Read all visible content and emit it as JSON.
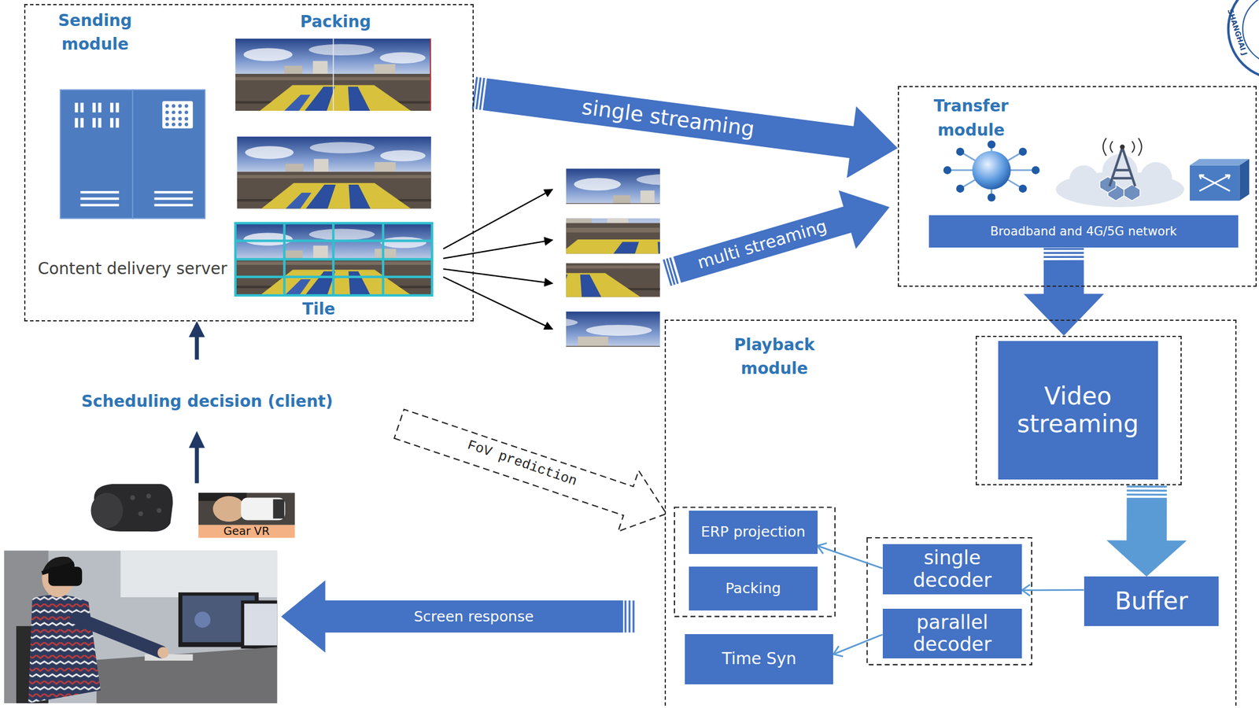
{
  "diagram": {
    "nodes": [
      {
        "text": [
          "Sending module"
        ]
      },
      {
        "text": [
          "Content delivery server"
        ],
        "in": 0
      },
      {
        "text": [
          "Transfer module"
        ]
      },
      {
        "text": [
          "Broadband and 4G/5G network"
        ],
        "in": 2
      },
      {
        "text": [
          "Playback module"
        ]
      },
      {
        "text": [
          "Video streaming"
        ],
        "in": 4
      },
      {
        "text": [
          "Buffer"
        ],
        "in": 4
      },
      {
        "text": [
          "single decoder"
        ],
        "in": 4
      },
      {
        "text": [
          "parallel decoder"
        ],
        "in": 4
      },
      {
        "text": [
          "ERP projection"
        ],
        "in": 4
      },
      {
        "text": [
          "Packing"
        ],
        "in": 4
      },
      {
        "text": [
          "Time Syn"
        ],
        "in": 4
      }
    ],
    "edges": [
      {
        "from": 0,
        "to": 2,
        "arrow": "to",
        "label": "single streaming"
      },
      {
        "from": 3,
        "to": 5,
        "arrow": "to"
      },
      {
        "from": 5,
        "to": 6,
        "arrow": "to"
      },
      {
        "from": 6,
        "to": 7,
        "arrow": "to"
      },
      {
        "from": 7,
        "to": 9,
        "arrow": "to"
      },
      {
        "from": 8,
        "to": 11,
        "arrow": "to"
      }
    ],
    "labels": [
      "Packing",
      "Tile",
      "multi streaming",
      "Scheduling decision (client)",
      "FoV prediction",
      "Gear VR",
      "Screen response",
      "SHANGHAI J"
    ]
  }
}
